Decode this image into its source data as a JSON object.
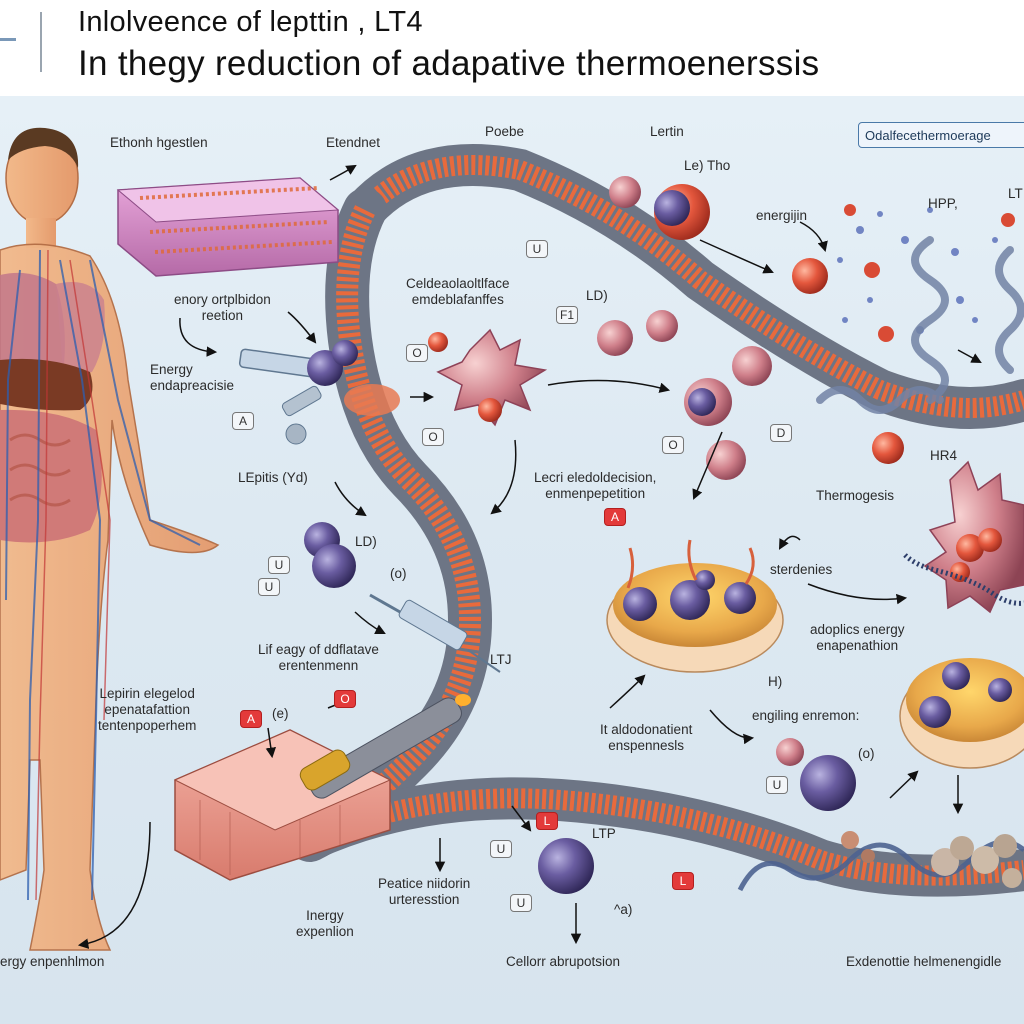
{
  "header": {
    "title_line1": "Inlolvеence of lepttin , LT4",
    "title_line2": "In thegy reduction of adapative thermoenerssis"
  },
  "labels": {
    "top_left": "Ethonh hgestlen",
    "top_center_a": "Etendnet",
    "top_center_b": "Poebe",
    "top_right_a": "Lertin",
    "top_right_box": "Odalfecethermoerage",
    "lto_tho": "Le) Tho",
    "energin": "energijin",
    "hpp": "HPP,",
    "lt": "LT",
    "energy_ortp": "enory ortplbidon\nreetion",
    "energy_adap": "Energy\nendapreacisie",
    "cellular": "Celdeaolaoltlface\nemdeblafanffes",
    "ld_a": "LD)",
    "ld_b": "LD)",
    "leptin_mid": "LEpitis (Yd)",
    "lecri": "Lecri eledoldecision,\nenmenpepetition",
    "thermogenesis": "Thermogesis",
    "hr4": "HR4",
    "sterdenies": "sterdenies",
    "adoplics": "adoplics energy\nenapenathion",
    "life_sagy": "Lif eagy of ddflatave\nerentenmenn",
    "ltj": "LTJ",
    "leptin_eleg": "Lepirin elegelod\nepenatafattion\ntentenpoperhem",
    "it_alado": "It aldodonatient\nenspennesls",
    "engiling": "engiling enremon:",
    "pletice": "Peatice niidorin\nurteresstion",
    "ltp": "LTP",
    "inergy": "Inergy\nexpenlion",
    "bottom_left": "ergy enpenhlmon",
    "bottom_center": "Cellorr abrupotsion",
    "bottom_right": "Exdenottie helmenengidle"
  },
  "tags": {
    "u1": "U",
    "f1": "F1",
    "o1": "O",
    "a1": "A",
    "o2": "O",
    "d1": "D",
    "o3": "O",
    "u2": "U",
    "ulc": "U",
    "a_red": "A",
    "o_red": "O",
    "e_paren": "(e)",
    "o_paren": "(o)",
    "o_paren2": "(o)",
    "a_paren": "^a)",
    "u3": "U",
    "l_red": "L",
    "l_red2": "L",
    "lh": "H)",
    "u4": "U"
  },
  "colors": {
    "vessel_outer": "#6d7585",
    "vessel_inner": "#e86a3c",
    "cell_purple": "#5a4a8a",
    "cell_red": "#d94b35",
    "muscle_pink": "#d98bc6",
    "fat_yellow": "#e8b050"
  }
}
